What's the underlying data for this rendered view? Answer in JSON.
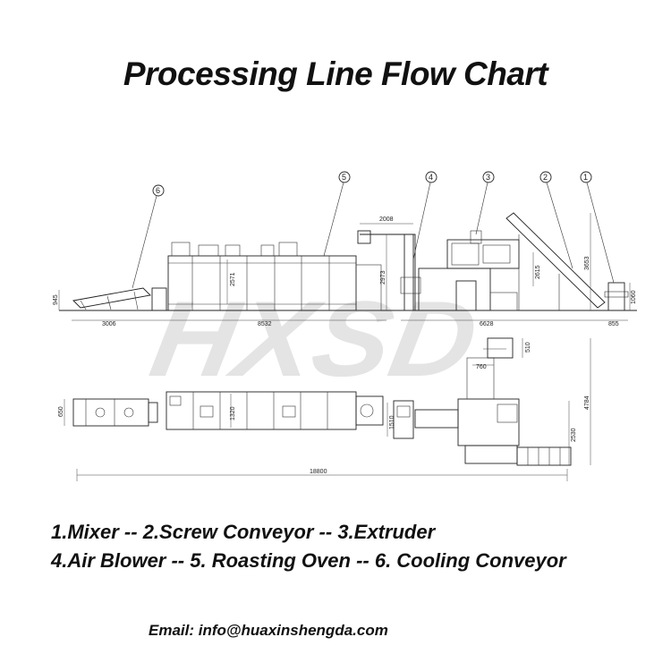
{
  "title": "Processing Line Flow Chart",
  "callouts": [
    "1",
    "2",
    "3",
    "4",
    "5",
    "6"
  ],
  "dimensions": {
    "d945": "945",
    "d3006": "3006",
    "d8532": "8532",
    "d2571": "2571",
    "d2008": "2008",
    "d2973": "2973",
    "d3653": "3653",
    "d2615": "2615",
    "d1060": "1060",
    "d6628": "6628",
    "d855": "855",
    "d510": "510",
    "d760": "760",
    "d650": "650",
    "d1320": "1320",
    "d1510": "1510",
    "d4784": "4784",
    "d2530": "2530",
    "d18800": "18800"
  },
  "watermark": "HXSD",
  "legend": {
    "line1": "1.Mixer -- 2.Screw Conveyor -- 3.Extruder",
    "line2": "4.Air Blower -- 5. Roasting Oven -- 6. Cooling Conveyor"
  },
  "email": "Email: info@huaxinshengda.com"
}
